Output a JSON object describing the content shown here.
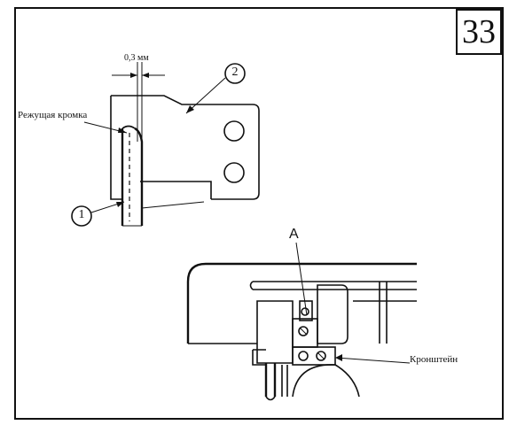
{
  "page_number": "33",
  "top_figure": {
    "gap_label": "0,3 мм",
    "cutting_edge_label": "Режущая кромка",
    "callout_1": "1",
    "callout_2": "2"
  },
  "bottom_figure": {
    "point_label": "A",
    "bracket_label": "Кронштейн"
  }
}
